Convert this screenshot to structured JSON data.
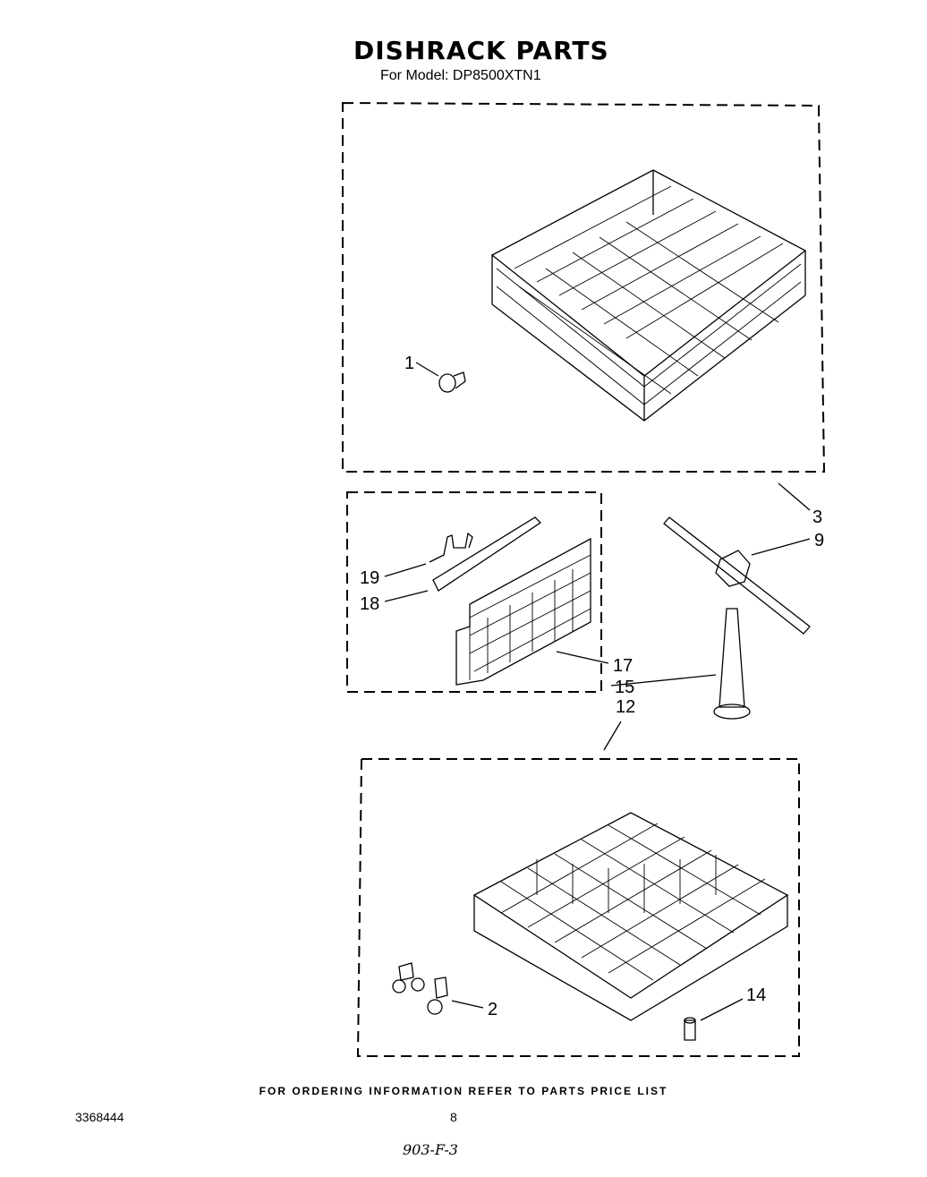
{
  "header": {
    "title": "DISHRACK PARTS",
    "subtitle": "For Model: DP8500XTN1"
  },
  "callouts": [
    {
      "id": "1",
      "label": "1"
    },
    {
      "id": "2",
      "label": "2"
    },
    {
      "id": "3",
      "label": "3"
    },
    {
      "id": "9",
      "label": "9"
    },
    {
      "id": "12",
      "label": "12"
    },
    {
      "id": "14",
      "label": "14"
    },
    {
      "id": "15",
      "label": "15"
    },
    {
      "id": "17",
      "label": "17"
    },
    {
      "id": "18",
      "label": "18"
    },
    {
      "id": "19",
      "label": "19"
    }
  ],
  "footer": {
    "ordering_note": "FOR ORDERING INFORMATION REFER TO PARTS PRICE LIST",
    "doc_number": "3368444",
    "page_number": "8",
    "handwritten_note": "903-F-3"
  }
}
